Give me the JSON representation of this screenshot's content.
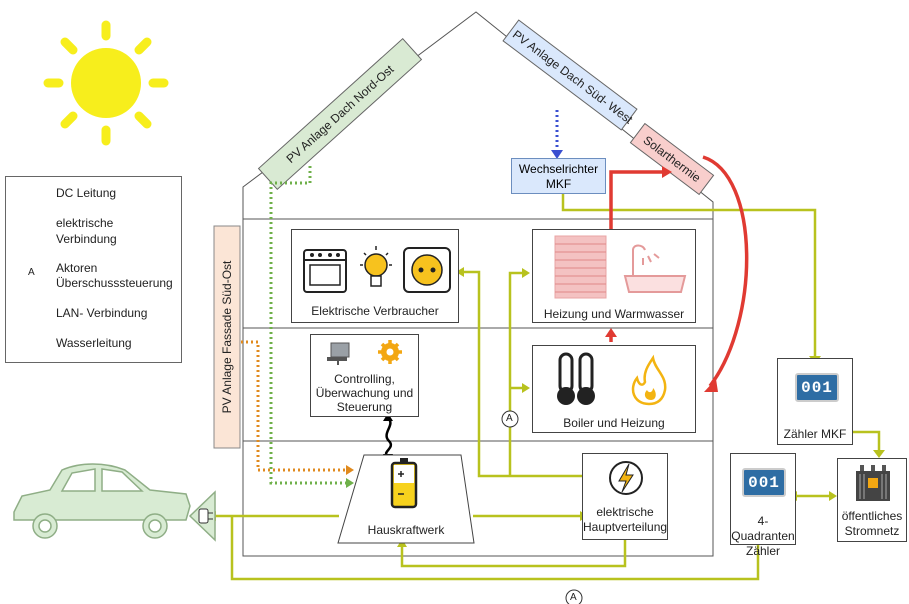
{
  "legend": {
    "dc": "DC Leitung",
    "elec_1": "elektrische",
    "elec_2": "Verbindung",
    "actor_symbol": "A",
    "actor_1": "Aktoren",
    "actor_2": "Überschusssteuerung",
    "lan": "LAN- Verbindung",
    "water": "Wasserleitung"
  },
  "roof": {
    "pv_north_east": "PV Anlage Dach Nord-Ost",
    "pv_south_west": "PV Anlage Dach Süd- West",
    "solar_thermal": "Solarthermie"
  },
  "facade": {
    "pv_facade": "PV Anlage Fassade Süd-Ost"
  },
  "boxes": {
    "inverter_1": "Wechselrichter",
    "inverter_2": "MKF",
    "consumers": "Elektrische Verbraucher",
    "heating_water": "Heizung und Warmwasser",
    "controlling_1": "Controlling,",
    "controlling_2": "Überwachung und",
    "controlling_3": "Steuerung",
    "boiler": "Boiler und Heizung",
    "power_plant": "Hauskraftwerk",
    "distribution_1": "elektrische",
    "distribution_2": "Hauptverteilung",
    "meter_mkf": "Zähler MKF",
    "meter_4q_1": "4-Quadranten",
    "meter_4q_2": "Zähler",
    "grid_1": "öffentliches",
    "grid_2": "Stromnetz",
    "counter_digits": "001"
  },
  "actor_marks": [
    "A",
    "A"
  ],
  "colors": {
    "elec": "#b8c21e",
    "water": "#e03a32",
    "lan": "#000000",
    "dc_orange": "#e08a1e",
    "dc_green": "#6fb04a",
    "dc_blue": "#3a4fd0",
    "sun": "#f7ee1c",
    "pv_ne_fill": "#d9ead3",
    "pv_sw_fill": "#dae8fc",
    "solar_fill": "#f8cecc",
    "facade_fill": "#fbe5d6"
  }
}
